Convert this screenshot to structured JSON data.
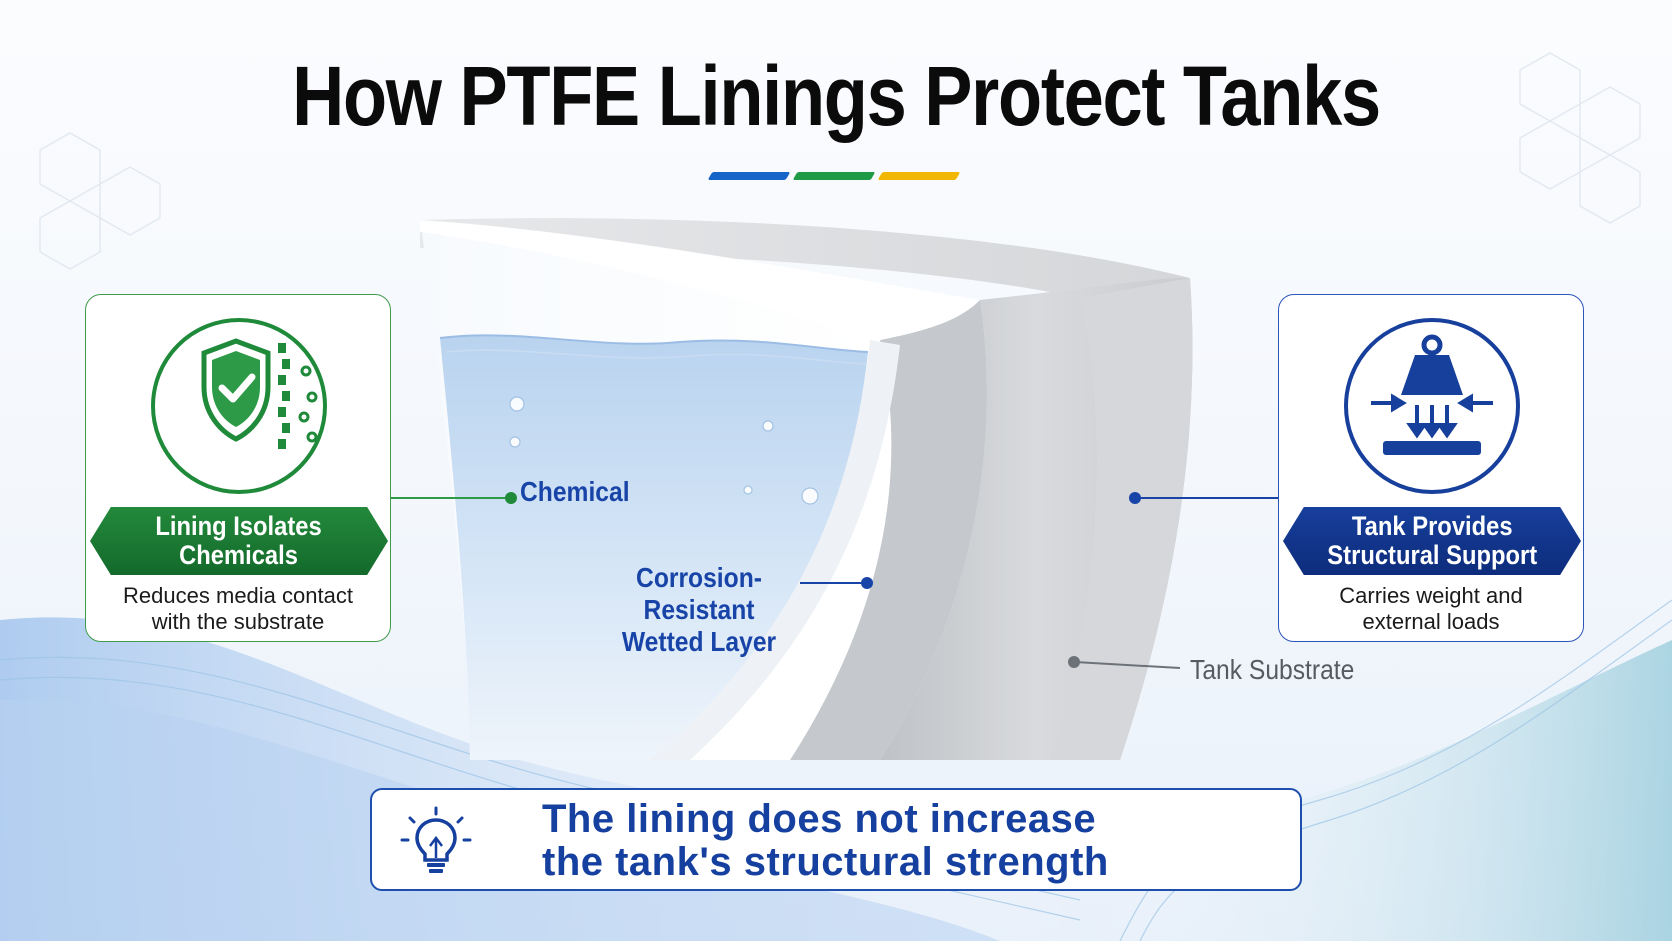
{
  "title": "How PTFE Linings Protect Tanks",
  "colors": {
    "accent_blue": "#1565c8",
    "accent_green": "#1f9a45",
    "accent_yellow": "#f2b705",
    "green": "#1f8a3a",
    "navy": "#173f9c"
  },
  "left_panel": {
    "icon": "shield-check-icon",
    "heading": "Lining Isolates\nChemicals",
    "description": "Reduces media contact\nwith the substrate"
  },
  "right_panel": {
    "icon": "weight-load-icon",
    "heading": "Tank Provides\nStructural Support",
    "description": "Carries weight and\nexternal loads"
  },
  "diagram": {
    "chemical_label": "Chemical",
    "wetted_layer_label": "Corrosion-Resistant\nWetted Layer",
    "substrate_label": "Tank Substrate"
  },
  "notice": {
    "icon": "lightbulb-icon",
    "text": "The lining does not increase\nthe tank's structural strength"
  }
}
